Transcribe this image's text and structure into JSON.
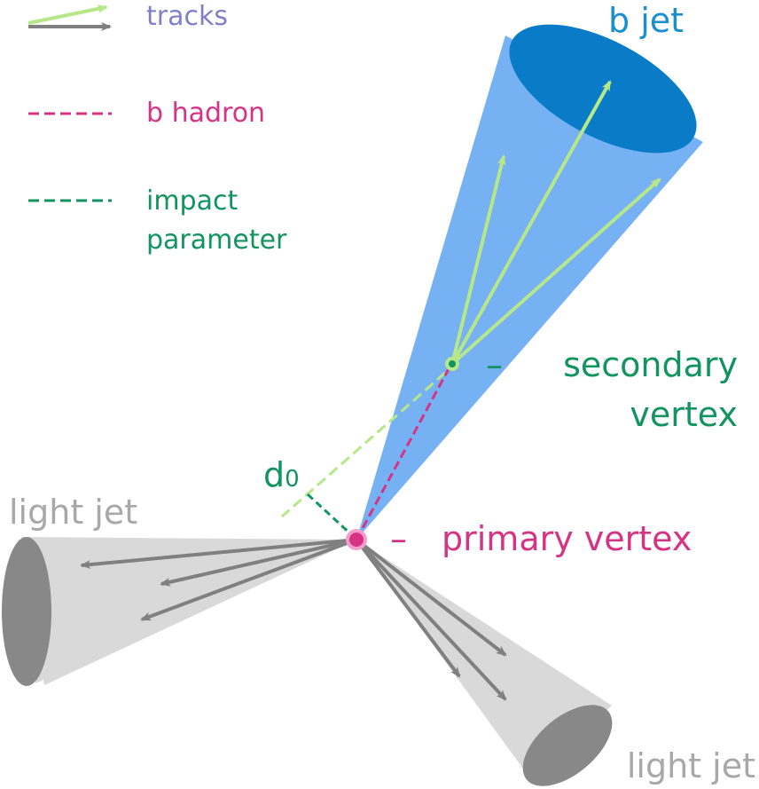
{
  "legend": {
    "tracks": "tracks",
    "b_hadron": "b hadron",
    "impact_line1": "impact",
    "impact_line2": "parameter"
  },
  "labels": {
    "b_jet": "b jet",
    "secondary_vertex_dash": "–",
    "secondary_line1": "secondary",
    "secondary_line2": "vertex",
    "primary_vertex_dash": "–",
    "primary_vertex": "primary vertex",
    "d0_main": "d",
    "d0_sub": "0",
    "light_jet_left": "light jet",
    "light_jet_bottom": "light jet"
  },
  "colors": {
    "b_jet_cone": "#76b1f3",
    "b_jet_cap": "#0a7cc7",
    "b_jet_text": "#1a8fd0",
    "track_green": "#b6e88a",
    "track_gray": "#808080",
    "light_cone": "#d9d9d9",
    "light_cap": "#888888",
    "light_text": "#a8a8a8",
    "hadron": "#d63384",
    "impact": "#11945f",
    "tracks_text": "#8080c8"
  }
}
